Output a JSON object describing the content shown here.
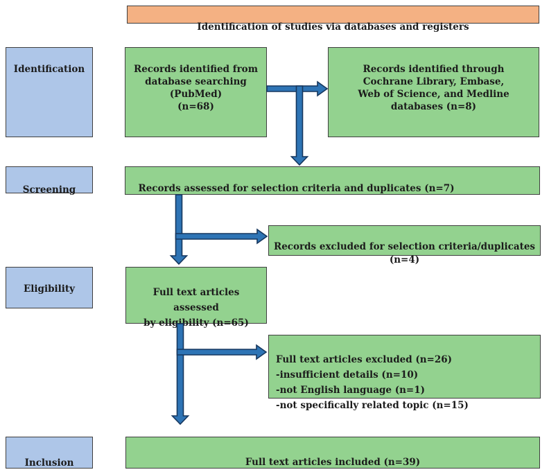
{
  "header": {
    "label": "Identification of studies via databases and registers"
  },
  "stages": [
    {
      "label": "Identification"
    },
    {
      "label": "Screening"
    },
    {
      "label": "Eligibility"
    },
    {
      "label": "Inclusion"
    }
  ],
  "boxes": {
    "pubmed": {
      "text": "Records identified from\ndatabase searching\n(PubMed)\n(n=68)",
      "n": 68
    },
    "other_databases": {
      "text": "Records identified through\nCochrane Library, Embase,\nWeb of Science, and Medline\ndatabases (n=8)",
      "n": 8
    },
    "assessed": {
      "text": "Records assessed for selection criteria and duplicates (n=7)",
      "n": 7
    },
    "excluded_selection": {
      "text": "Records excluded for selection criteria/duplicates\n(n=4)",
      "n": 4
    },
    "fulltext_assessed": {
      "text": "Full text articles assessed\nby eligibility (n=65)",
      "n": 65
    },
    "fulltext_excluded": {
      "text": "Full text articles excluded (n=26)\n-insufficient details (n=10)\n-not English language (n=1)\n-not specifically related topic (n=15)",
      "n": 26
    },
    "included": {
      "text": "Full text articles included (n=39)",
      "n": 39
    }
  },
  "colors": {
    "green": "#93D28F",
    "blue": "#AEC6E8",
    "orange": "#F4B183",
    "border": "#3F3F3F",
    "arrowFill": "#2E74B5",
    "arrowStroke": "#17375E",
    "ink": "#1B1B1B"
  }
}
